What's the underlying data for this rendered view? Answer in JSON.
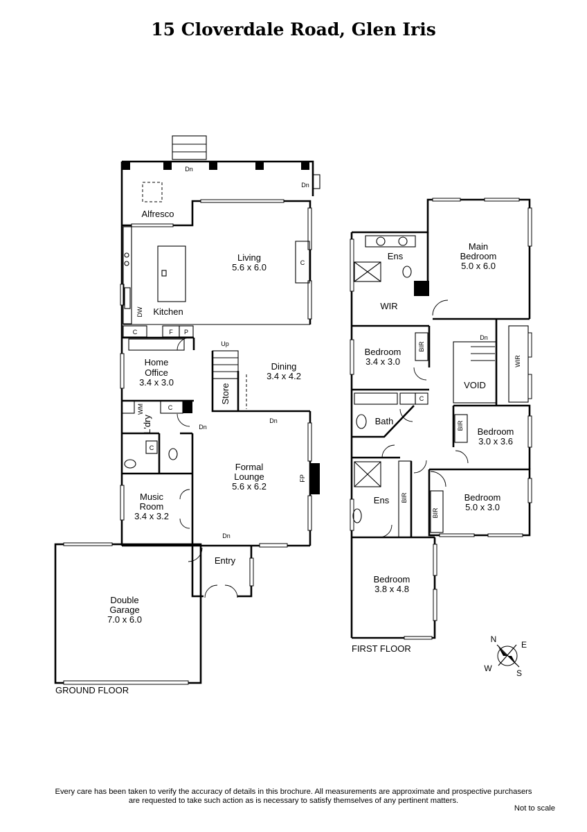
{
  "title": "15 Cloverdale Road, Glen Iris",
  "ground_floor": {
    "label": "GROUND FLOOR",
    "rooms": {
      "alfresco": "Alfresco",
      "living_name": "Living",
      "living_size": "5.6 x 6.0",
      "kitchen": "Kitchen",
      "home_office_1": "Home",
      "home_office_2": "Office",
      "home_office_size": "3.4 x 3.0",
      "dining_name": "Dining",
      "dining_size": "3.4 x 4.2",
      "store": "Store",
      "laundry": "L'dry",
      "formal_lounge_1": "Formal",
      "formal_lounge_2": "Lounge",
      "formal_lounge_size": "5.6 x 6.2",
      "music_room_1": "Music",
      "music_room_2": "Room",
      "music_room_size": "3.4 x 3.2",
      "entry": "Entry",
      "garage_1": "Double",
      "garage_2": "Garage",
      "garage_size": "7.0 x 6.0"
    },
    "fixtures": {
      "cupboard": "C",
      "fridge": "F",
      "pantry": "P",
      "dishwasher": "DW",
      "washing_machine": "WM",
      "fireplace": "FP",
      "down": "Dn",
      "up": "Up"
    }
  },
  "first_floor": {
    "label": "FIRST FLOOR",
    "rooms": {
      "ens_top": "Ens",
      "wir_left": "WIR",
      "main_bed_1": "Main",
      "main_bed_2": "Bedroom",
      "main_bed_size": "5.0 x 6.0",
      "bed2_name": "Bedroom",
      "bed2_size": "3.4 x 3.0",
      "void": "VOID",
      "wir_right": "WIR",
      "bath": "Bath",
      "bed3_name": "Bedroom",
      "bed3_size": "3.0 x 3.6",
      "ens_bottom": "Ens",
      "bed4_name": "Bedroom",
      "bed4_size": "5.0 x 3.0",
      "bed5_name": "Bedroom",
      "bed5_size": "3.8 x 4.8"
    },
    "fixtures": {
      "bir": "BIR",
      "cupboard": "C",
      "down": "Dn"
    }
  },
  "compass": {
    "n": "N",
    "e": "E",
    "s": "S",
    "w": "W"
  },
  "disclaimer_line1": "Every care has been taken to verify the accuracy of details in this brochure.  All measurements are approximate and prospective purchasers",
  "disclaimer_line2": "are requested to take such action as is necessary to satisfy themselves of any pertinent matters.",
  "not_to_scale": "Not to scale"
}
